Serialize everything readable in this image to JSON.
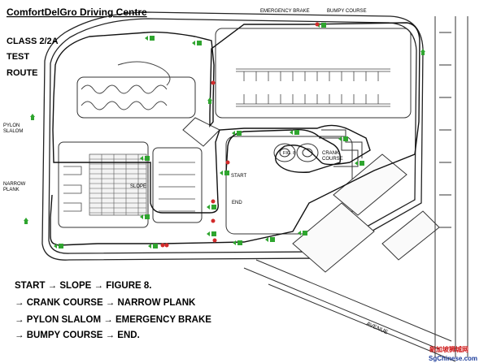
{
  "title": "ComfortDelGro Driving Centre",
  "subtitle_lines": [
    "CLASS 2/2A",
    "TEST",
    "ROUTE"
  ],
  "labels": {
    "emergency_brake": "EMERGENCY BRAKE",
    "bumpy_course": "BUMPY COURSE",
    "pylon_slalom": [
      "PYLON",
      "SLALOM"
    ],
    "narrow_plank": [
      "NARROW",
      "PLANK"
    ],
    "slope": "SLOPE",
    "figure8": "FIG. 8",
    "crank_course": [
      "CRANK",
      "COURSE"
    ],
    "start": "START",
    "end": "END",
    "road_name": "AVENUE"
  },
  "route_steps": [
    "START → SLOPE → FIGURE 8.",
    "→ CRANK COURSE → NARROW PLANK",
    "→ PYLON SLALOM → EMERGENCY BRAKE",
    "→ BUMPY COURSE → END."
  ],
  "watermark": {
    "chinese": "新加坡狮城网",
    "site": "SgChinese.com"
  },
  "colors": {
    "route_line": "#1a1a1a",
    "marker_green": "#2fa52f",
    "marker_red": "#d22b2b",
    "watermark_red": "#cc1111",
    "watermark_blue": "#1a3a9a"
  }
}
